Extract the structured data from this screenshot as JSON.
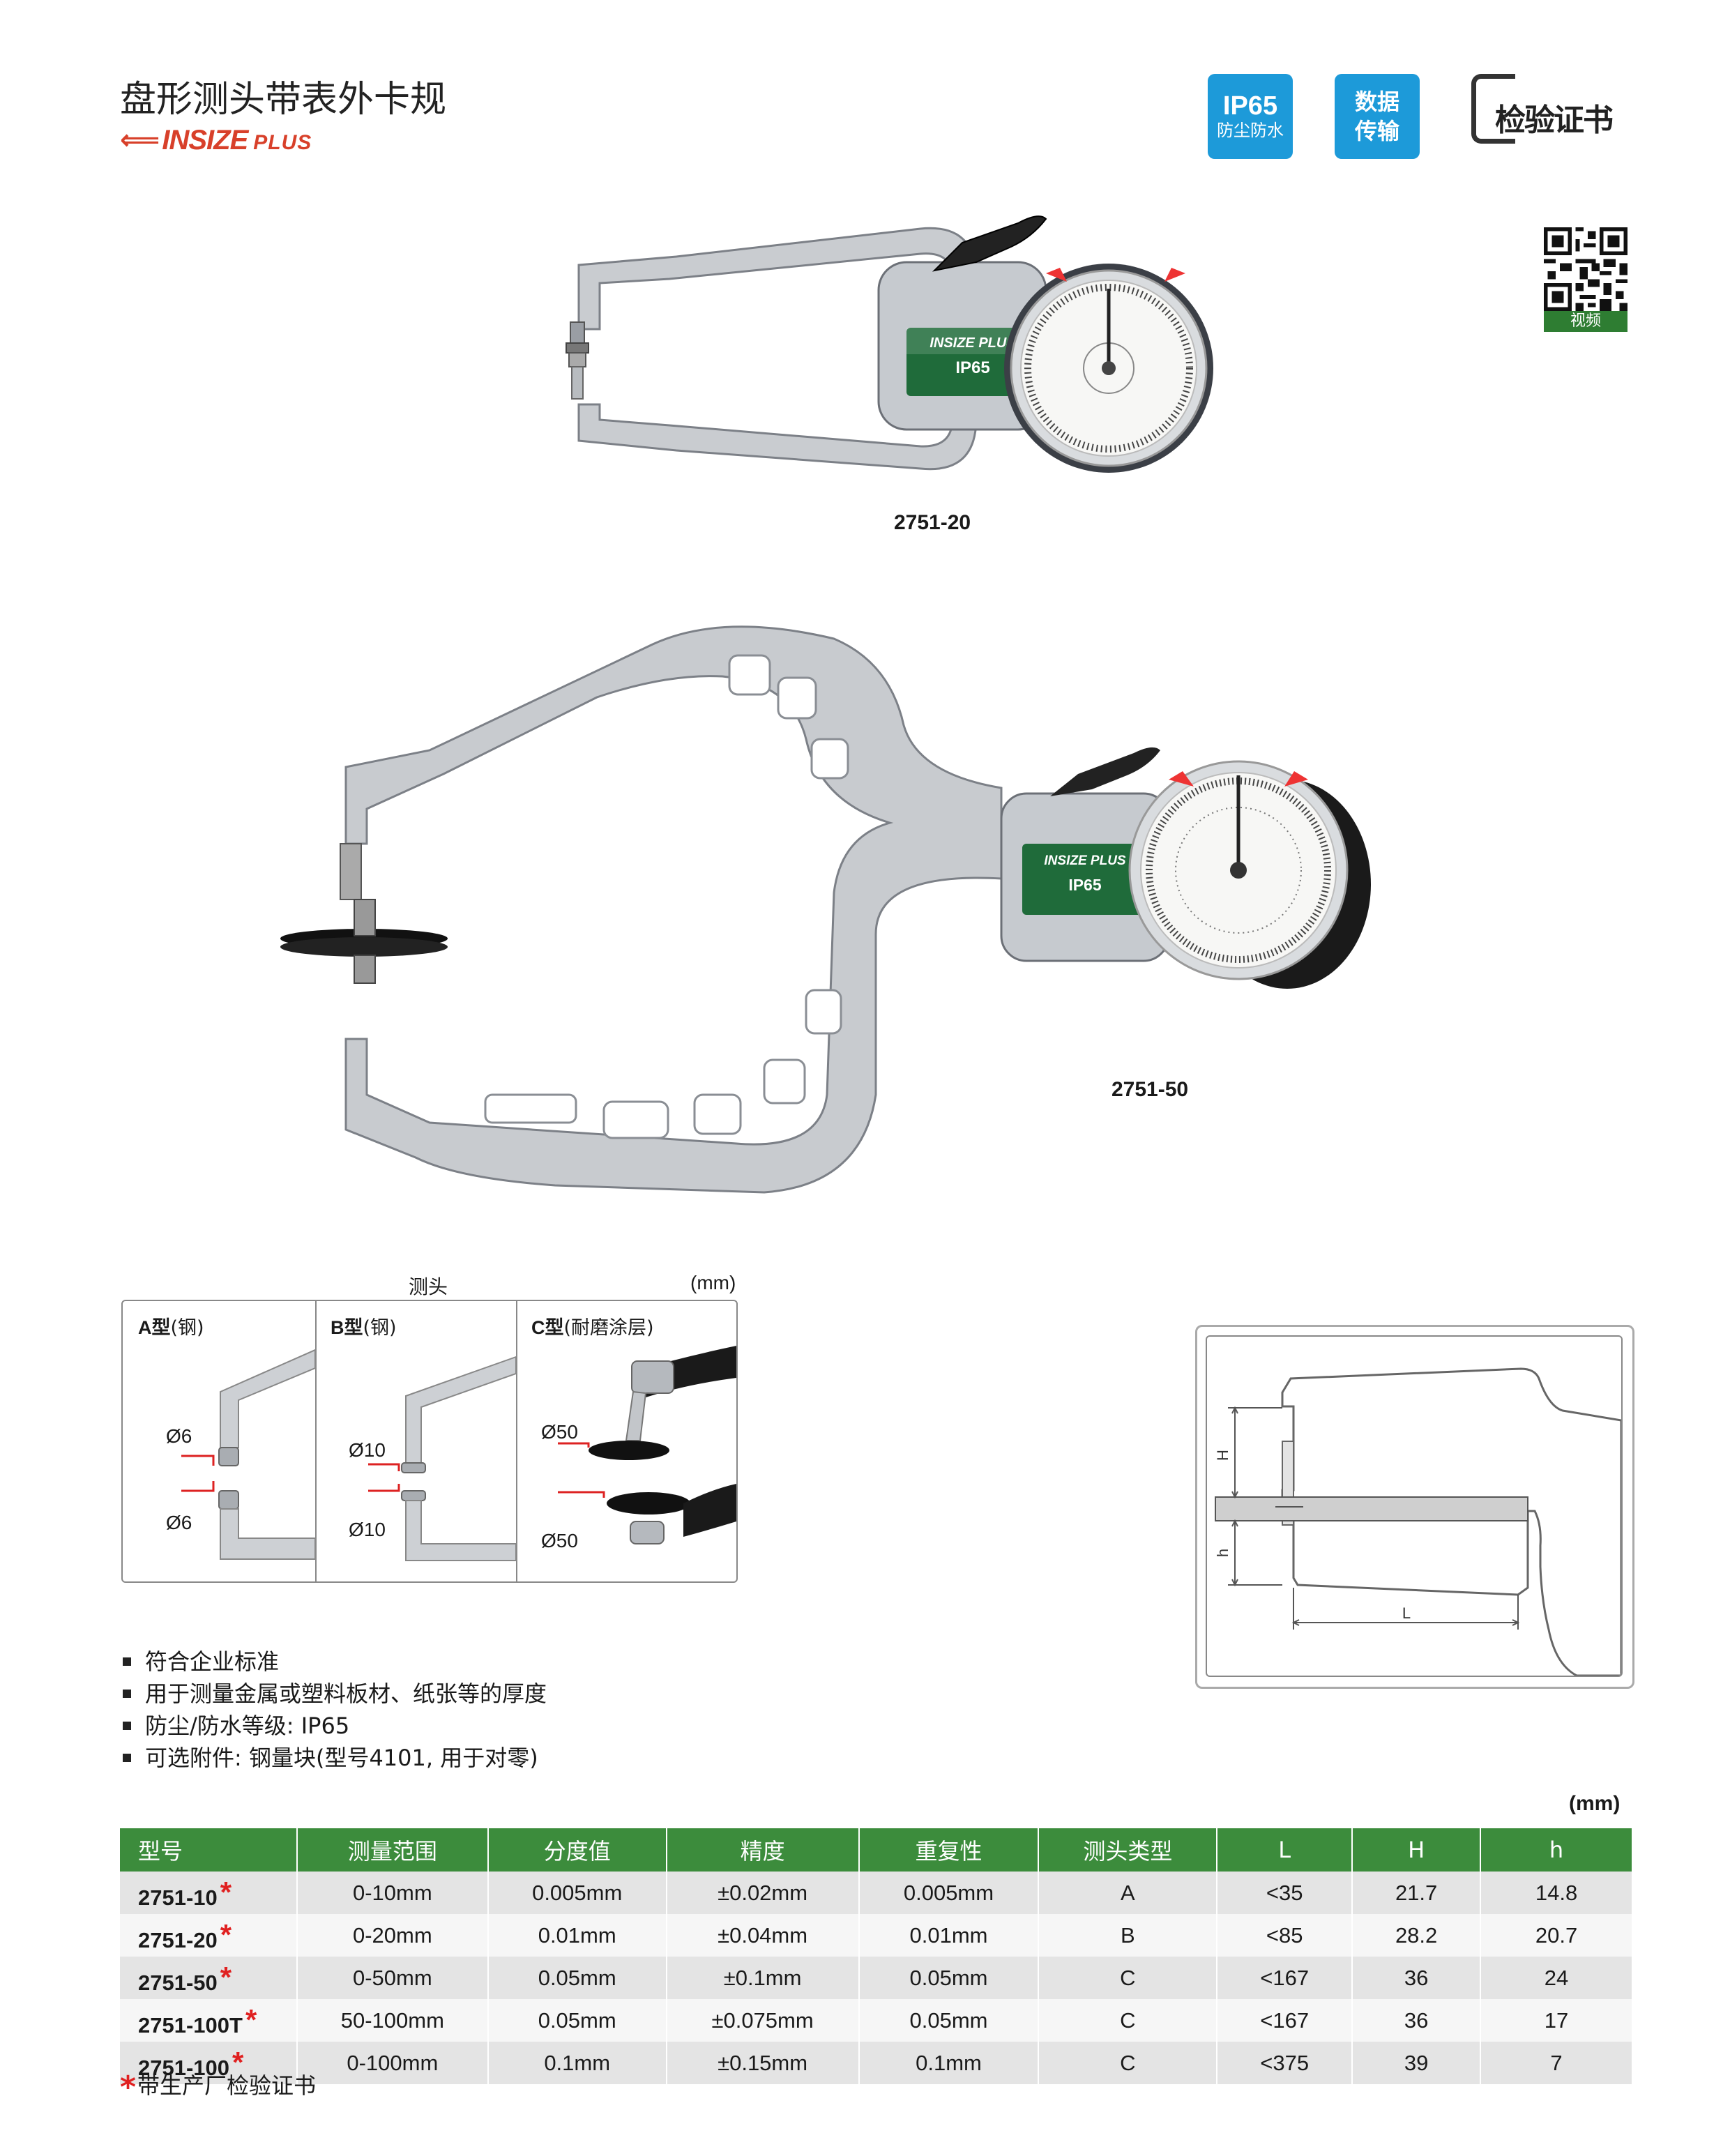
{
  "header": {
    "title": "盘形测头带表外卡规",
    "brand_main": "INSIZE",
    "brand_plus": "PLUS",
    "badge_ip": {
      "big": "IP65",
      "small": "防尘防水"
    },
    "badge_data": {
      "line1": "数据",
      "line2": "传输"
    },
    "certificate": "检验证书",
    "qr_label": "视频"
  },
  "products": [
    {
      "caption": "2751-20"
    },
    {
      "caption": "2751-50"
    }
  ],
  "gauge_face": {
    "brand": "INSIZE PLUS",
    "rating": "IP65"
  },
  "probes": {
    "title": "测头",
    "unit": "(mm)",
    "panels": [
      {
        "type": "A型",
        "material": "(钢)",
        "top": "Ø6",
        "bottom": "Ø6"
      },
      {
        "type": "B型",
        "material": "(钢)",
        "top": "Ø10",
        "bottom": "Ø10"
      },
      {
        "type": "C型",
        "material": "(耐磨涂层)",
        "top": "Ø50",
        "bottom": "Ø50"
      }
    ]
  },
  "diagram": {
    "H": "H",
    "h": "h",
    "L": "L"
  },
  "features": [
    "符合企业标准",
    "用于测量金属或塑料板材、纸张等的厚度",
    "防尘/防水等级: IP65",
    "可选附件: 钢量块(型号4101, 用于对零)"
  ],
  "table": {
    "unit": "(mm)",
    "headers": [
      "型号",
      "测量范围",
      "分度值",
      "精度",
      "重复性",
      "测头类型",
      "L",
      "H",
      "h"
    ],
    "rows": [
      [
        "2751-10",
        "0-10mm",
        "0.005mm",
        "±0.02mm",
        "0.005mm",
        "A",
        "<35",
        "21.7",
        "14.8"
      ],
      [
        "2751-20",
        "0-20mm",
        "0.01mm",
        "±0.04mm",
        "0.01mm",
        "B",
        "<85",
        "28.2",
        "20.7"
      ],
      [
        "2751-50",
        "0-50mm",
        "0.05mm",
        "±0.1mm",
        "0.05mm",
        "C",
        "<167",
        "36",
        "24"
      ],
      [
        "2751-100T",
        "50-100mm",
        "0.05mm",
        "±0.075mm",
        "0.05mm",
        "C",
        "<167",
        "36",
        "17"
      ],
      [
        "2751-100",
        "0-100mm",
        "0.1mm",
        "±0.15mm",
        "0.1mm",
        "C",
        "<375",
        "39",
        "7"
      ]
    ],
    "star": "*",
    "footnote": "带生产厂检验证书"
  },
  "colors": {
    "green": "#3c8c3c",
    "blue": "#1d9ad9",
    "red": "#e02020",
    "brand_red": "#d8402a"
  }
}
